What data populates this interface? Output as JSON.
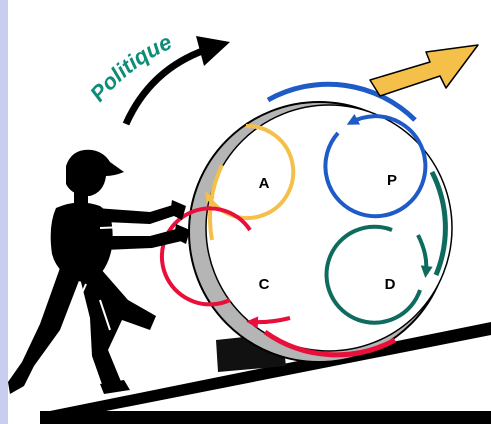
{
  "diagram": {
    "caption": "Politique",
    "quadrants": [
      {
        "label": "A",
        "color": "#F5C04A"
      },
      {
        "label": "P",
        "color": "#1E5BC6"
      },
      {
        "label": "C",
        "color": "#E8103A"
      },
      {
        "label": "D",
        "color": "#0E6B5E"
      }
    ],
    "colors": {
      "caption": "#0E8C78",
      "progress_arrow": "#F5C04A",
      "wheel_rim": "#B5B5B5",
      "silhouette": "#000000",
      "side_strip": "#C9CDF0"
    },
    "icons": {
      "person": "person-pushing-icon",
      "politique_arrow": "curved-arrow-icon",
      "progress_arrow": "up-right-arrow-icon",
      "wedge": "wedge-stopper-icon"
    }
  }
}
